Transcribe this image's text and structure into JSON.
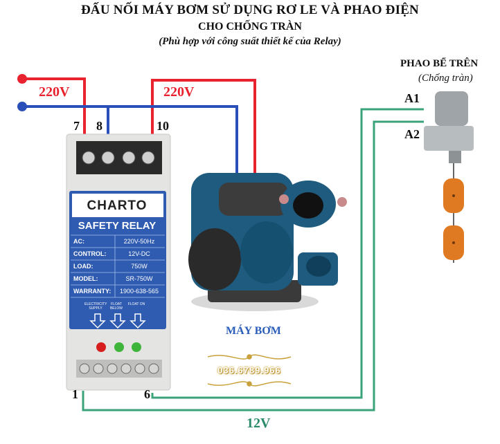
{
  "title": {
    "line1": "ĐẤU NỐI MÁY BƠM SỬ DỤNG RƠ LE VÀ PHAO ĐIỆN",
    "line2": "CHO CHỐNG TRÀN",
    "line3": "(Phù hợp với công suất thiết kế của Relay)"
  },
  "power": {
    "left_voltage": "220V",
    "right_voltage": "220V"
  },
  "terminals": {
    "t7": "7",
    "t8": "8",
    "t10": "10",
    "t1": "1",
    "t6": "6"
  },
  "control_voltage": "12V",
  "float_switch": {
    "title": "PHAO BỂ TRÊN",
    "subtitle": "(Chống tràn)",
    "a1": "A1",
    "a2": "A2"
  },
  "pump": {
    "label": "MÁY BƠM"
  },
  "phone": "036.6789.966",
  "relay": {
    "brand": "CHARTO",
    "heading": "SAFETY RELAY",
    "specs": [
      {
        "key": "AC:",
        "value": "220V-50Hz"
      },
      {
        "key": "CONTROL:",
        "value": "12V-DC"
      },
      {
        "key": "LOAD:",
        "value": "750W"
      },
      {
        "key": "MODEL:",
        "value": "SR-750W"
      },
      {
        "key": "WARRANTY:",
        "value": "1900-638-565"
      }
    ],
    "indicators": [
      "ELECTRICITY SUPPLY",
      "FLOAT BELOW",
      "FLOAT ON"
    ]
  },
  "colors": {
    "phase_wire": "#e8232f",
    "neutral_wire": "#2a4fb8",
    "control_wire": "#3aa37a",
    "relay_blue": "#2f5bb0",
    "pump_blue": "#1f5b7e"
  }
}
